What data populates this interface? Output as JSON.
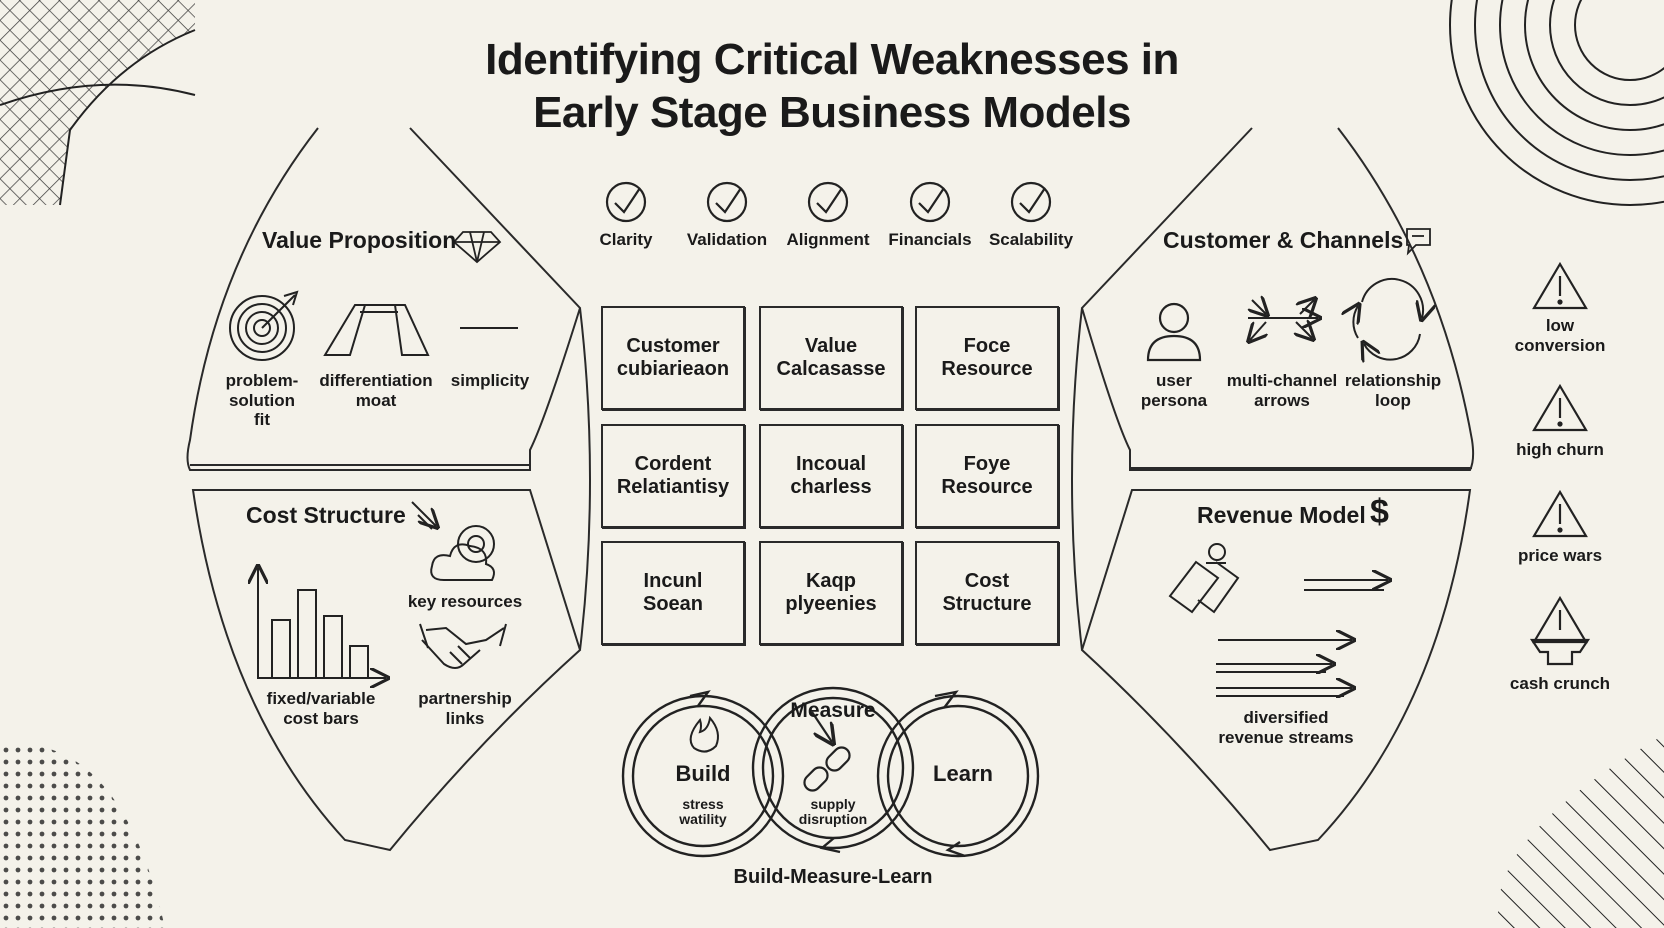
{
  "title": {
    "line1": "Identifying Critical Weaknesses in",
    "line2": "Early Stage Business Models"
  },
  "checks": [
    "Clarity",
    "Validation",
    "Alignment",
    "Financials",
    "Scalability"
  ],
  "value_proposition": {
    "heading": "Value Proposition",
    "items": [
      {
        "label": "problem-\nsolution\nfit",
        "icon": "target-icon"
      },
      {
        "label": "differentiation\nmoat",
        "icon": "moat-icon"
      },
      {
        "label": "simplicity",
        "icon": "line-icon"
      }
    ]
  },
  "cost_structure": {
    "heading": "Cost Structure",
    "bars_label": "fixed/variable\ncost bars",
    "key_resources": "key resources",
    "partnership": "partnership\nlinks"
  },
  "grid": [
    "Customer\ncubiarieaon",
    "Value\nCalcasasse",
    "Foce\nResource",
    "Cordent\nRelatiantisy",
    "Incoual\ncharless",
    "Foye\nResource",
    "Incunl\nSoean",
    "Kaqp\nplyeenies",
    "Cost\nStructure"
  ],
  "customer_channels": {
    "heading": "Customer & Channels",
    "items": [
      {
        "label": "user\npersona",
        "icon": "person-icon"
      },
      {
        "label": "multi-channel\narrows",
        "icon": "arrows-icon"
      },
      {
        "label": "relationship\nloop",
        "icon": "loop-icon"
      }
    ]
  },
  "revenue_model": {
    "heading": "Revenue Model",
    "streams": "diversified\nrevenue streams"
  },
  "warnings": [
    "low\nconversion",
    "high churn",
    "price wars",
    "cash crunch"
  ],
  "cycle": {
    "build": "Build",
    "build_sub": "stress\nwatility",
    "measure": "Measure",
    "measure_sub": "supply\ndisruption",
    "learn": "Learn",
    "caption": "Build-Measure-Learn"
  }
}
